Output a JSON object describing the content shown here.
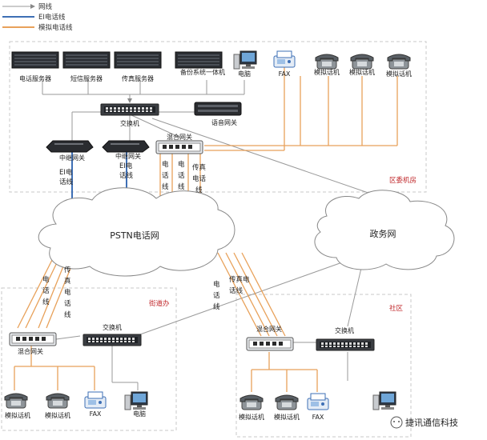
{
  "legend": {
    "network": "网线",
    "e1": "EI电话线",
    "analog": "模拟电话线"
  },
  "colors": {
    "network_line": "#9a9a9a",
    "e1_line": "#3e6fb5",
    "analog_line": "#e8a15a",
    "region_border": "#c8c8c8",
    "region_label": "#c0282b"
  },
  "district": {
    "label": "区委机房",
    "servers": [
      "电话服务器",
      "短信服务器",
      "传真服务器",
      "备份系统一体机"
    ],
    "pc": "电脑",
    "fax": "FAX",
    "phones": [
      "模拟话机",
      "模拟话机",
      "模拟话机"
    ],
    "switch": "交换机",
    "voice_gw": "语音网关",
    "trunk_gw_1": "中继网关",
    "trunk_gw_2": "中继网关",
    "mixed_gw": "混合网关",
    "e1_line_1": [
      "EI电",
      "话线"
    ],
    "e1_line_2": [
      "EI电",
      "话线"
    ],
    "phone_line": [
      "电",
      "话",
      "线"
    ],
    "phone_line_2": [
      "电",
      "话",
      "线"
    ],
    "fax_line": [
      "传真",
      "电话",
      "线"
    ]
  },
  "clouds": {
    "pstn": "PSTN电话网",
    "gov": "政务网"
  },
  "street": {
    "label": "街道办",
    "phone_line": [
      "电",
      "话",
      "线"
    ],
    "fax_line": [
      "传",
      "真",
      "电",
      "话",
      "线"
    ],
    "mixed_gw": "混合网关",
    "switch": "交换机",
    "devices": [
      "模拟话机",
      "模拟话机",
      "FAX",
      "电脑"
    ]
  },
  "community": {
    "label": "社区",
    "phone_line": [
      "电",
      "话",
      "线"
    ],
    "fax_line": [
      "传真电",
      "话线"
    ],
    "mixed_gw": "混合网关",
    "switch": "交换机",
    "devices": [
      "模拟话机",
      "模拟话机",
      "FAX"
    ]
  },
  "watermark": "捷讯通信科技"
}
